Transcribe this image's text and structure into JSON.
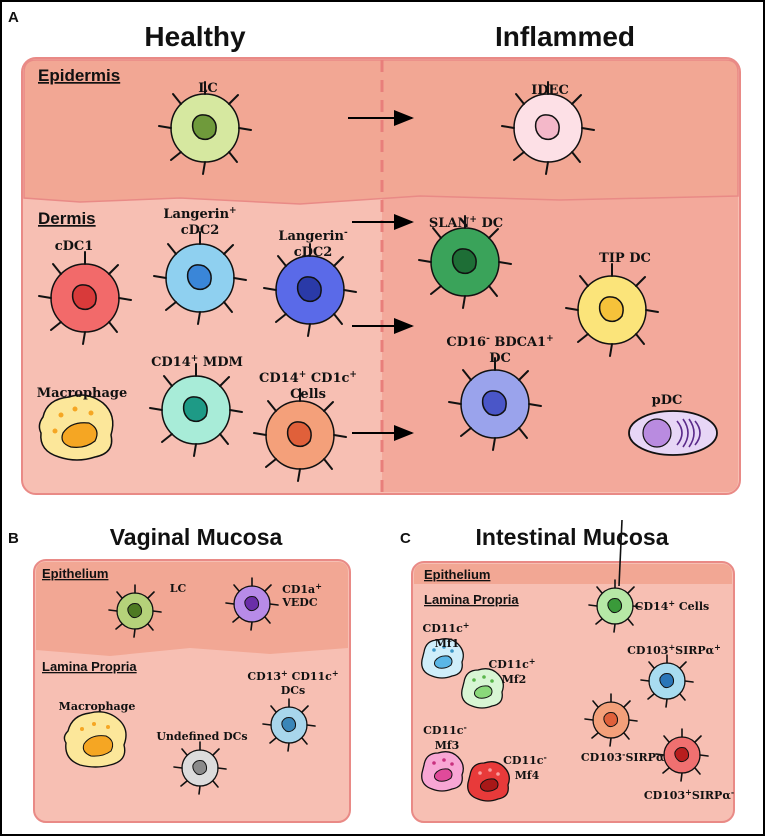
{
  "panel_a": {
    "letter": "A",
    "title_left": "Healthy",
    "title_right": "Inflammed",
    "region_epidermis": "Epidermis",
    "region_dermis": "Dermis",
    "cells": {
      "lc": "LC",
      "idec": "IDEC",
      "cdc1": "cDC1",
      "langerin_pos_1": "Langerin",
      "langerin_pos_2": "cDC2",
      "langerin_neg_1": "Langerin",
      "langerin_neg_2": "cDC2",
      "slan_dc": "SLAN",
      "slan_dc_suffix": " DC",
      "tip_dc": "TIP DC",
      "macrophage": "Macrophage",
      "cd14_mdm": "CD14",
      "cd14_mdm_suffix": " MDM",
      "cd14_cd1c_1": "CD14",
      "cd14_cd1c_mid": " CD1c",
      "cd14_cd1c_2": "Cells",
      "cd16_1": "CD16",
      "cd16_mid": " BDCA1",
      "cd16_2": "DC",
      "pdc": "pDC",
      "sup_plus": "+",
      "sup_minus": "-"
    }
  },
  "panel_b": {
    "letter": "B",
    "title": "Vaginal Mucosa",
    "region_epithelium": "Epithelium",
    "region_lamina": "Lamina Propria",
    "cells": {
      "lc": "LC",
      "cd1a_1": "CD1a",
      "cd1a_2": "VEDC",
      "macrophage": "Macrophage",
      "undefined": "Undefined DCs",
      "cd13_1": "CD13",
      "cd13_mid": " CD11c",
      "cd13_2": "DCs"
    }
  },
  "panel_c": {
    "letter": "C",
    "title": "Intestinal Mucosa",
    "region_epithelium": "Epithelium",
    "region_lamina": "Lamina Propria",
    "cells": {
      "cd14": "CD14",
      "cd14_suffix": " Cells",
      "mf1_1": "CD11c",
      "mf1_2": "Mf1",
      "mf2_1": "CD11c",
      "mf2_2": "Mf2",
      "mf3_1": "CD11c",
      "mf3_2": "Mf3",
      "mf4_1": "CD11c",
      "mf4_2": "Mf4",
      "cd103_sirp_a_1": "CD103",
      "cd103_sirp_a_2": "SIRP",
      "cd103_sirp_b_1": "CD103",
      "cd103_sirp_b_2": "SIRP",
      "cd103_sirp_c_1": "CD103",
      "cd103_sirp_c_2": "SIRP",
      "alpha": "α"
    }
  },
  "colors": {
    "epidermis_fill": "#f2a794",
    "dermis_fill": "#f7bfb3",
    "inflamed_fill": "#f1a293",
    "panel_border": "#e98a86"
  }
}
